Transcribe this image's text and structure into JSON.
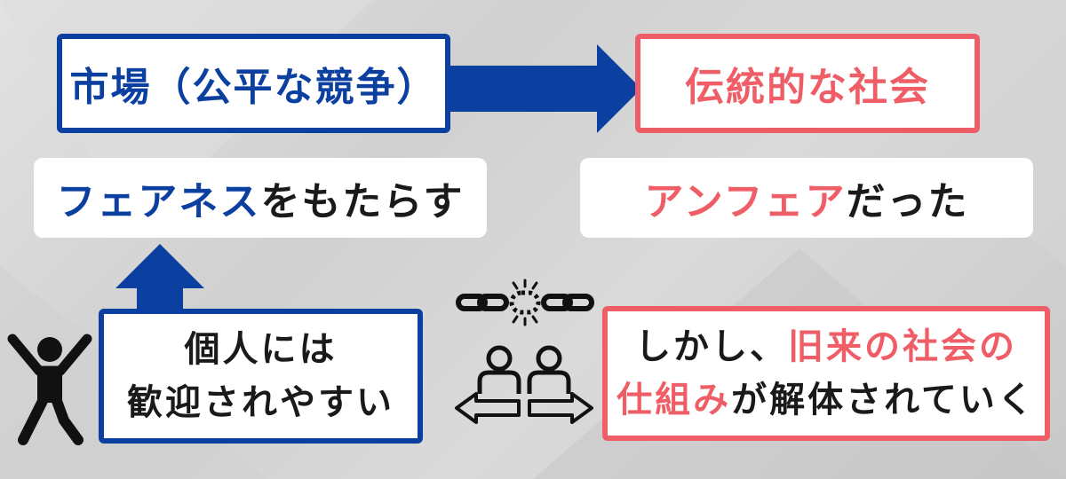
{
  "market_box": {
    "text": "市場（公平な競争）"
  },
  "traditional_box": {
    "text": "伝統的な社会"
  },
  "fairness_box": {
    "highlight": "フェアネス",
    "rest": "をもたらす"
  },
  "unfair_box": {
    "highlight": "アンフェア",
    "rest": "だった"
  },
  "individual_box": {
    "line1": "個人には",
    "line2": "歓迎されやすい"
  },
  "dissolve_box": {
    "line1_plain": "しかし、",
    "line1_highlight": "旧来の社会の",
    "line2_highlight": "仕組み",
    "line2_plain": "が解体されていく"
  },
  "icons": [
    "cheering-person-icon",
    "broken-chain-icon",
    "two-people-separating-icon",
    "right-arrow-icon",
    "up-arrow-icon"
  ],
  "colors": {
    "blue": "#0b3fa0",
    "red": "#ef5d66",
    "dark": "#1a1a1a",
    "white": "#ffffff"
  }
}
